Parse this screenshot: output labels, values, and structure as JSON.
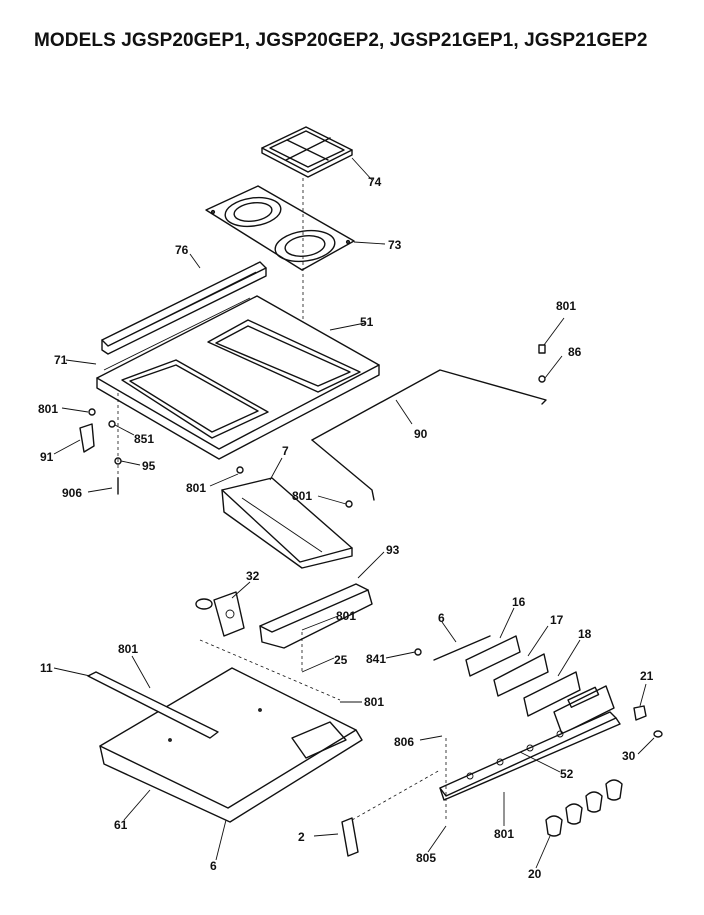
{
  "title": "MODELS JGSP20GEP1, JGSP20GEP2, JGSP21GEP1, JGSP21GEP2",
  "callouts": {
    "c74": "74",
    "c73": "73",
    "c76": "76",
    "c51": "51",
    "c71": "71",
    "c801a": "801",
    "c851": "851",
    "c91": "91",
    "c95": "95",
    "c906": "906",
    "c801b": "801",
    "c86": "86",
    "c90": "90",
    "c7": "7",
    "c801c": "801",
    "c801d": "801",
    "c93": "93",
    "c32": "32",
    "c801e": "801",
    "c6a": "6",
    "c16": "16",
    "c17": "17",
    "c18": "18",
    "c841": "841",
    "c25": "25",
    "c11": "11",
    "c801f": "801",
    "c801g": "801",
    "c21": "21",
    "c806": "806",
    "c30": "30",
    "c52": "52",
    "c61": "61",
    "c801h": "801",
    "c2": "2",
    "c6b": "6",
    "c805": "805",
    "c20": "20"
  }
}
